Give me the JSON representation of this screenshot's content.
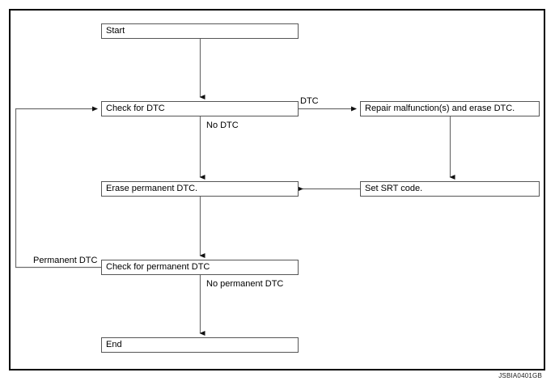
{
  "figure": {
    "code": "JSBIA0401GB",
    "frame_color": "#000000",
    "node_border_color": "#565656",
    "wire_color": "#6e6e6e",
    "background": "#ffffff"
  },
  "chart_data": {
    "type": "diagram",
    "diagram_kind": "flowchart",
    "title": "",
    "nodes": [
      {
        "id": "start",
        "label": "Start"
      },
      {
        "id": "check",
        "label": "Check for DTC"
      },
      {
        "id": "repair",
        "label": "Repair malfunction(s) and erase DTC."
      },
      {
        "id": "erase",
        "label": "Erase permanent DTC."
      },
      {
        "id": "srt",
        "label": "Set SRT code."
      },
      {
        "id": "checkp",
        "label": "Check for permanent DTC"
      },
      {
        "id": "end",
        "label": "End"
      }
    ],
    "edges": [
      {
        "from": "start",
        "to": "check",
        "label": ""
      },
      {
        "from": "check",
        "to": "repair",
        "label": "DTC"
      },
      {
        "from": "check",
        "to": "erase",
        "label": "No DTC"
      },
      {
        "from": "repair",
        "to": "srt",
        "label": ""
      },
      {
        "from": "srt",
        "to": "erase",
        "label": ""
      },
      {
        "from": "erase",
        "to": "checkp",
        "label": ""
      },
      {
        "from": "checkp",
        "to": "check",
        "label": "Permanent DTC"
      },
      {
        "from": "checkp",
        "to": "end",
        "label": "No permanent DTC"
      }
    ]
  },
  "nodes": {
    "start": "Start",
    "check_for_dtc": "Check for DTC",
    "repair_malfunctions": "Repair malfunction(s) and erase DTC.",
    "erase_permanent_dtc": "Erase permanent DTC.",
    "set_srt_code": "Set SRT code.",
    "check_for_permanent_dtc": "Check for permanent DTC",
    "end": "End"
  },
  "edge_labels": {
    "dtc": "DTC",
    "no_dtc": "No DTC",
    "permanent_dtc": "Permanent DTC",
    "no_permanent_dtc": "No permanent DTC"
  }
}
